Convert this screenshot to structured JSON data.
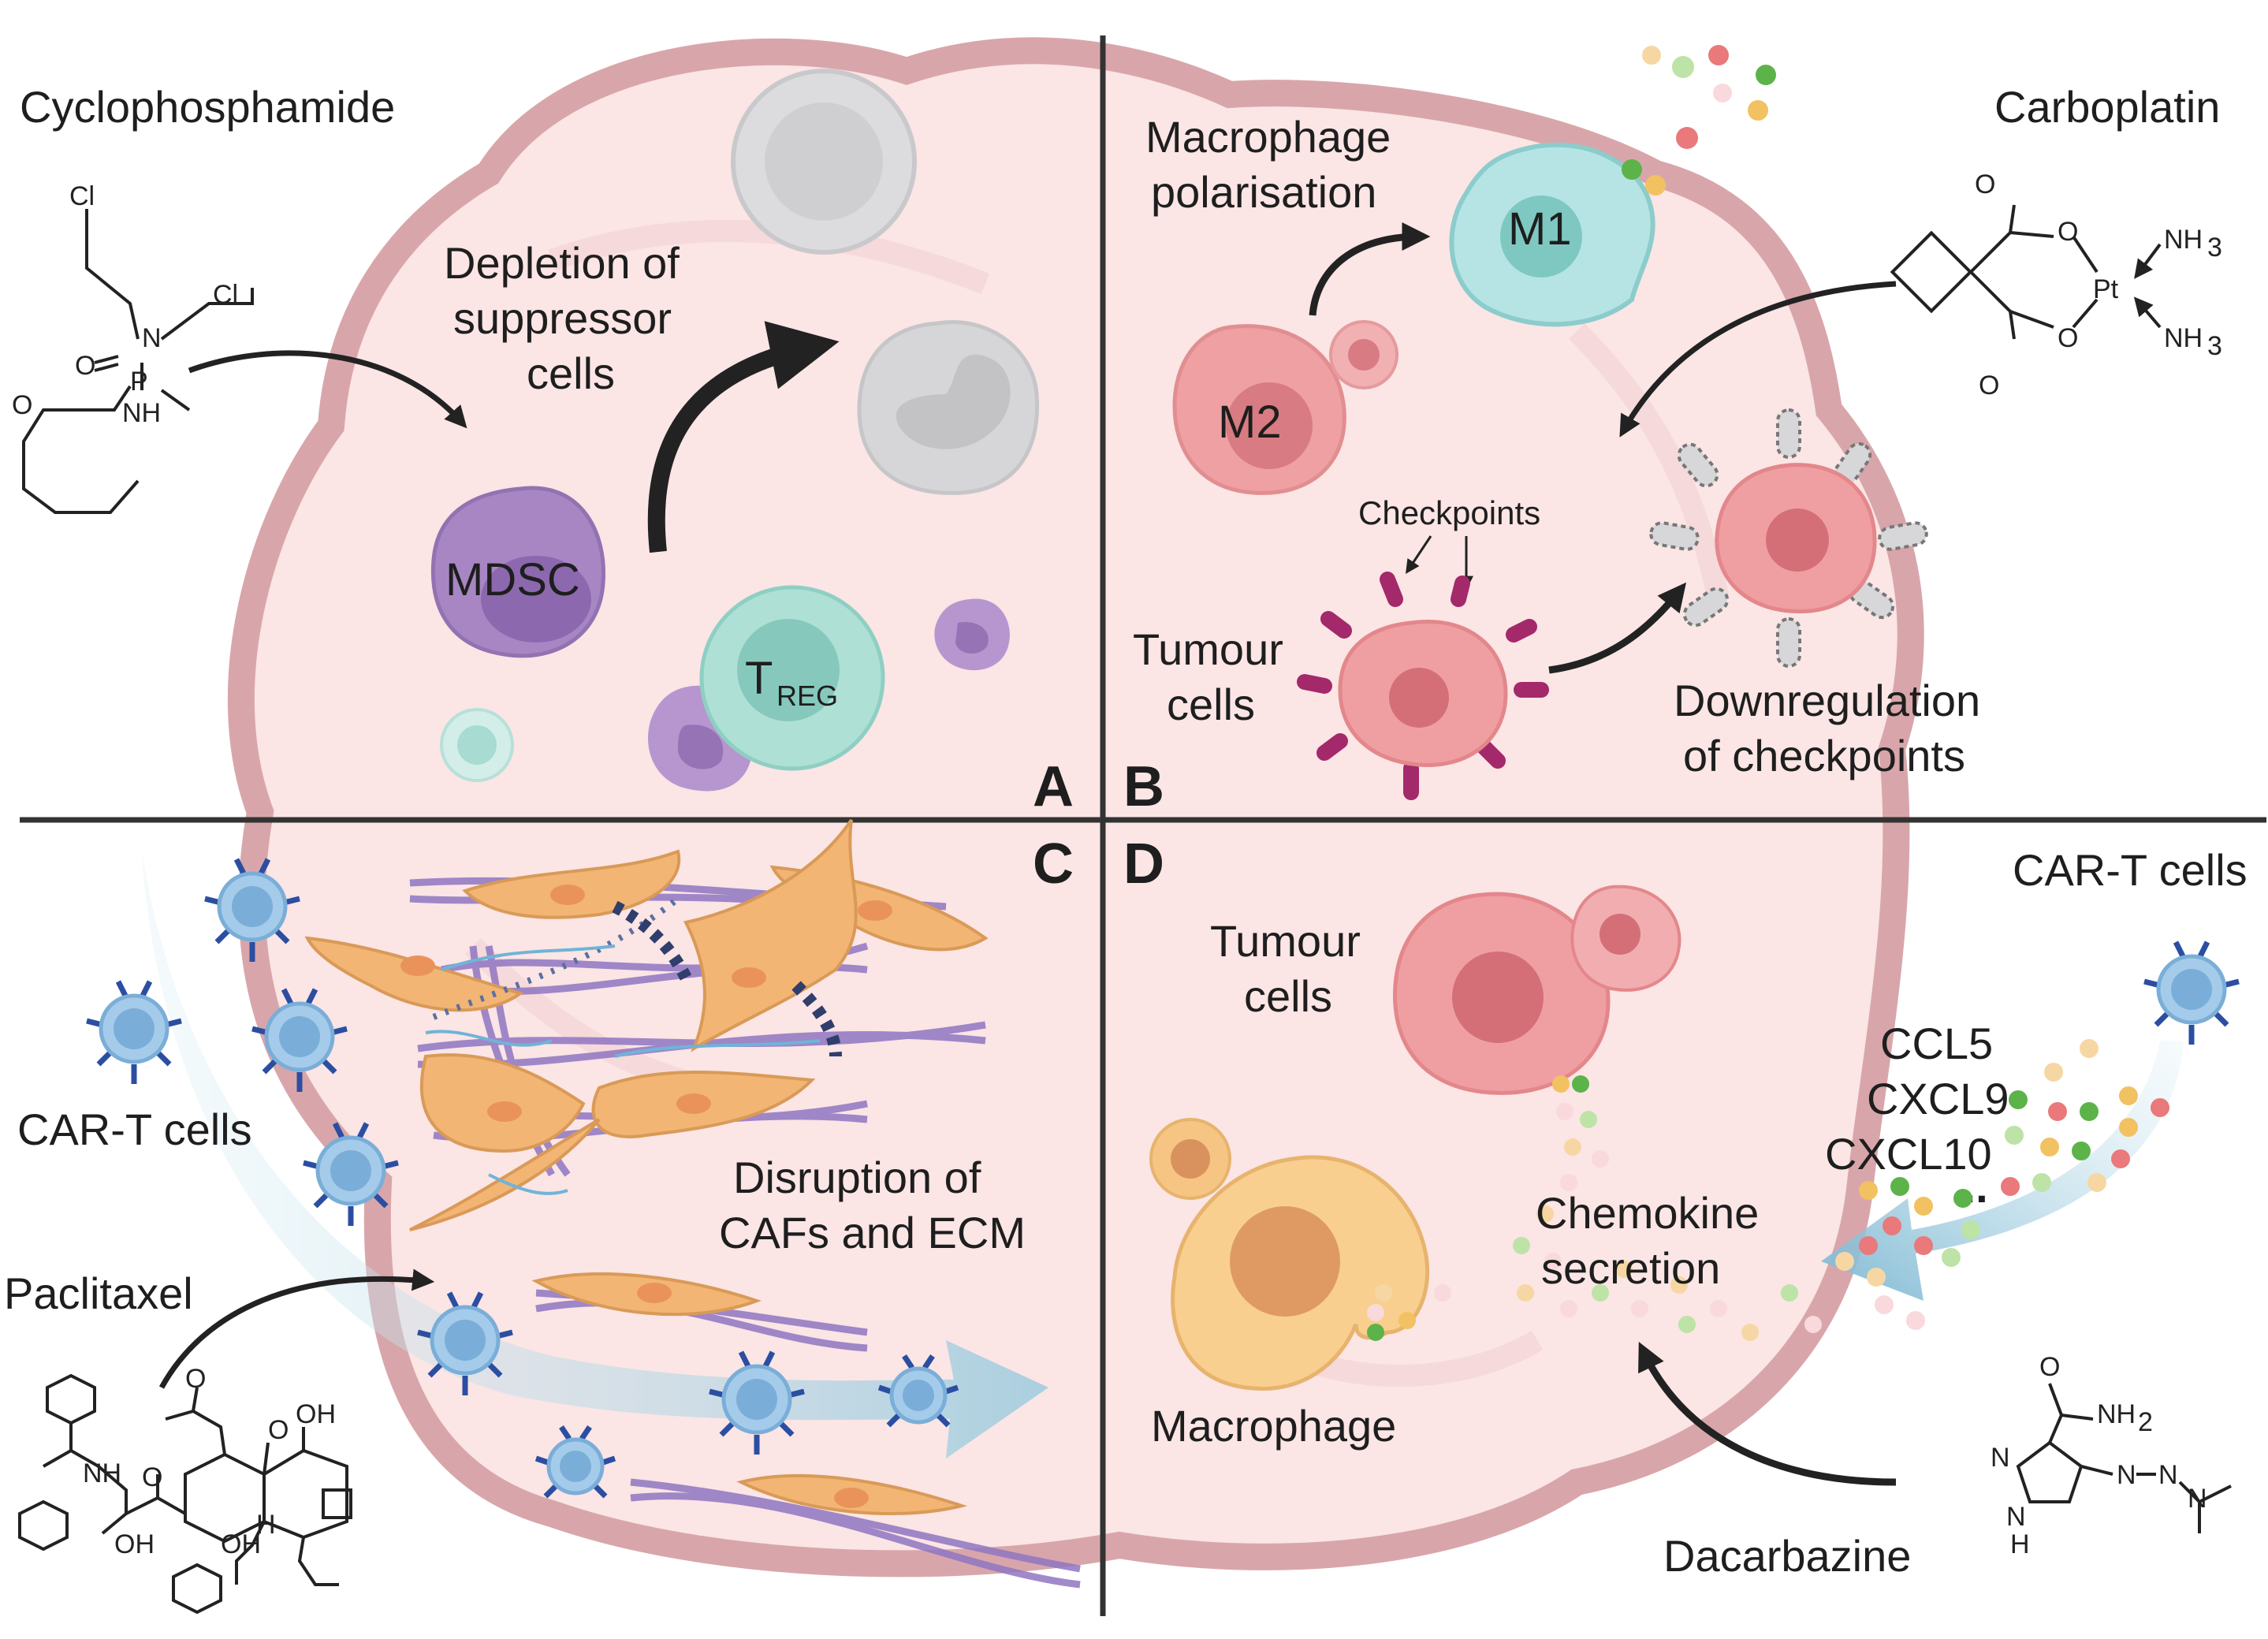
{
  "drugs": {
    "cyclophosphamide": "Cyclophosphamide",
    "carboplatin": "Carboplatin",
    "paclitaxel": "Paclitaxel",
    "dacarbazine": "Dacarbazine"
  },
  "quadrants": {
    "a": "A",
    "b": "B",
    "c": "C",
    "d": "D"
  },
  "panel_a": {
    "title_lines": [
      "Depletion of",
      "suppressor",
      "cells"
    ],
    "mdsc": "MDSC",
    "treg_main": "T",
    "treg_sub": "REG"
  },
  "panel_b": {
    "title_lines": [
      "Macrophage",
      "polarisation"
    ],
    "m1": "M1",
    "m2": "M2",
    "checkpoints": "Checkpoints",
    "tumour_lines": [
      "Tumour",
      "cells"
    ],
    "downreg_lines": [
      "Downregulation",
      "of checkpoints"
    ]
  },
  "panel_c": {
    "cart": "CAR-T cells",
    "title_lines": [
      "Disruption of",
      "CAFs and ECM"
    ]
  },
  "panel_d": {
    "cart": "CAR-T cells",
    "tumour_lines": [
      "Tumour",
      "cells"
    ],
    "chemokines": [
      "CCL5",
      "CXCL9",
      "CXCL10",
      "..."
    ],
    "secretion_lines": [
      "Chemokine",
      "secretion"
    ],
    "macrophage": "Macrophage"
  },
  "chemistry": {
    "cl": "Cl",
    "n": "N",
    "p": "P",
    "o": "O",
    "nh": "NH",
    "pt": "Pt",
    "nh3": "NH",
    "sub3": "3",
    "oh": "OH",
    "h": "H",
    "nh2": "NH",
    "sub2": "2"
  },
  "colors": {
    "tumour_outline": "#d9a8ab",
    "tumour_fill": "#fbe4e4",
    "divider": "#333333",
    "mdsc": "#a27fc0",
    "treg": "#9fd9d0",
    "m1": "#aee3e3",
    "m2": "#ef9ea0",
    "tumour_cell": "#ea8f94",
    "checkpoint": "#a3296b",
    "caf": "#f3b774",
    "collagen": "#8a6cbf",
    "cart": "#90bfe4",
    "car_receptor": "#2b4ea1",
    "macrophage": "#f6c885",
    "flow_arrow": "#a8d2e0"
  }
}
